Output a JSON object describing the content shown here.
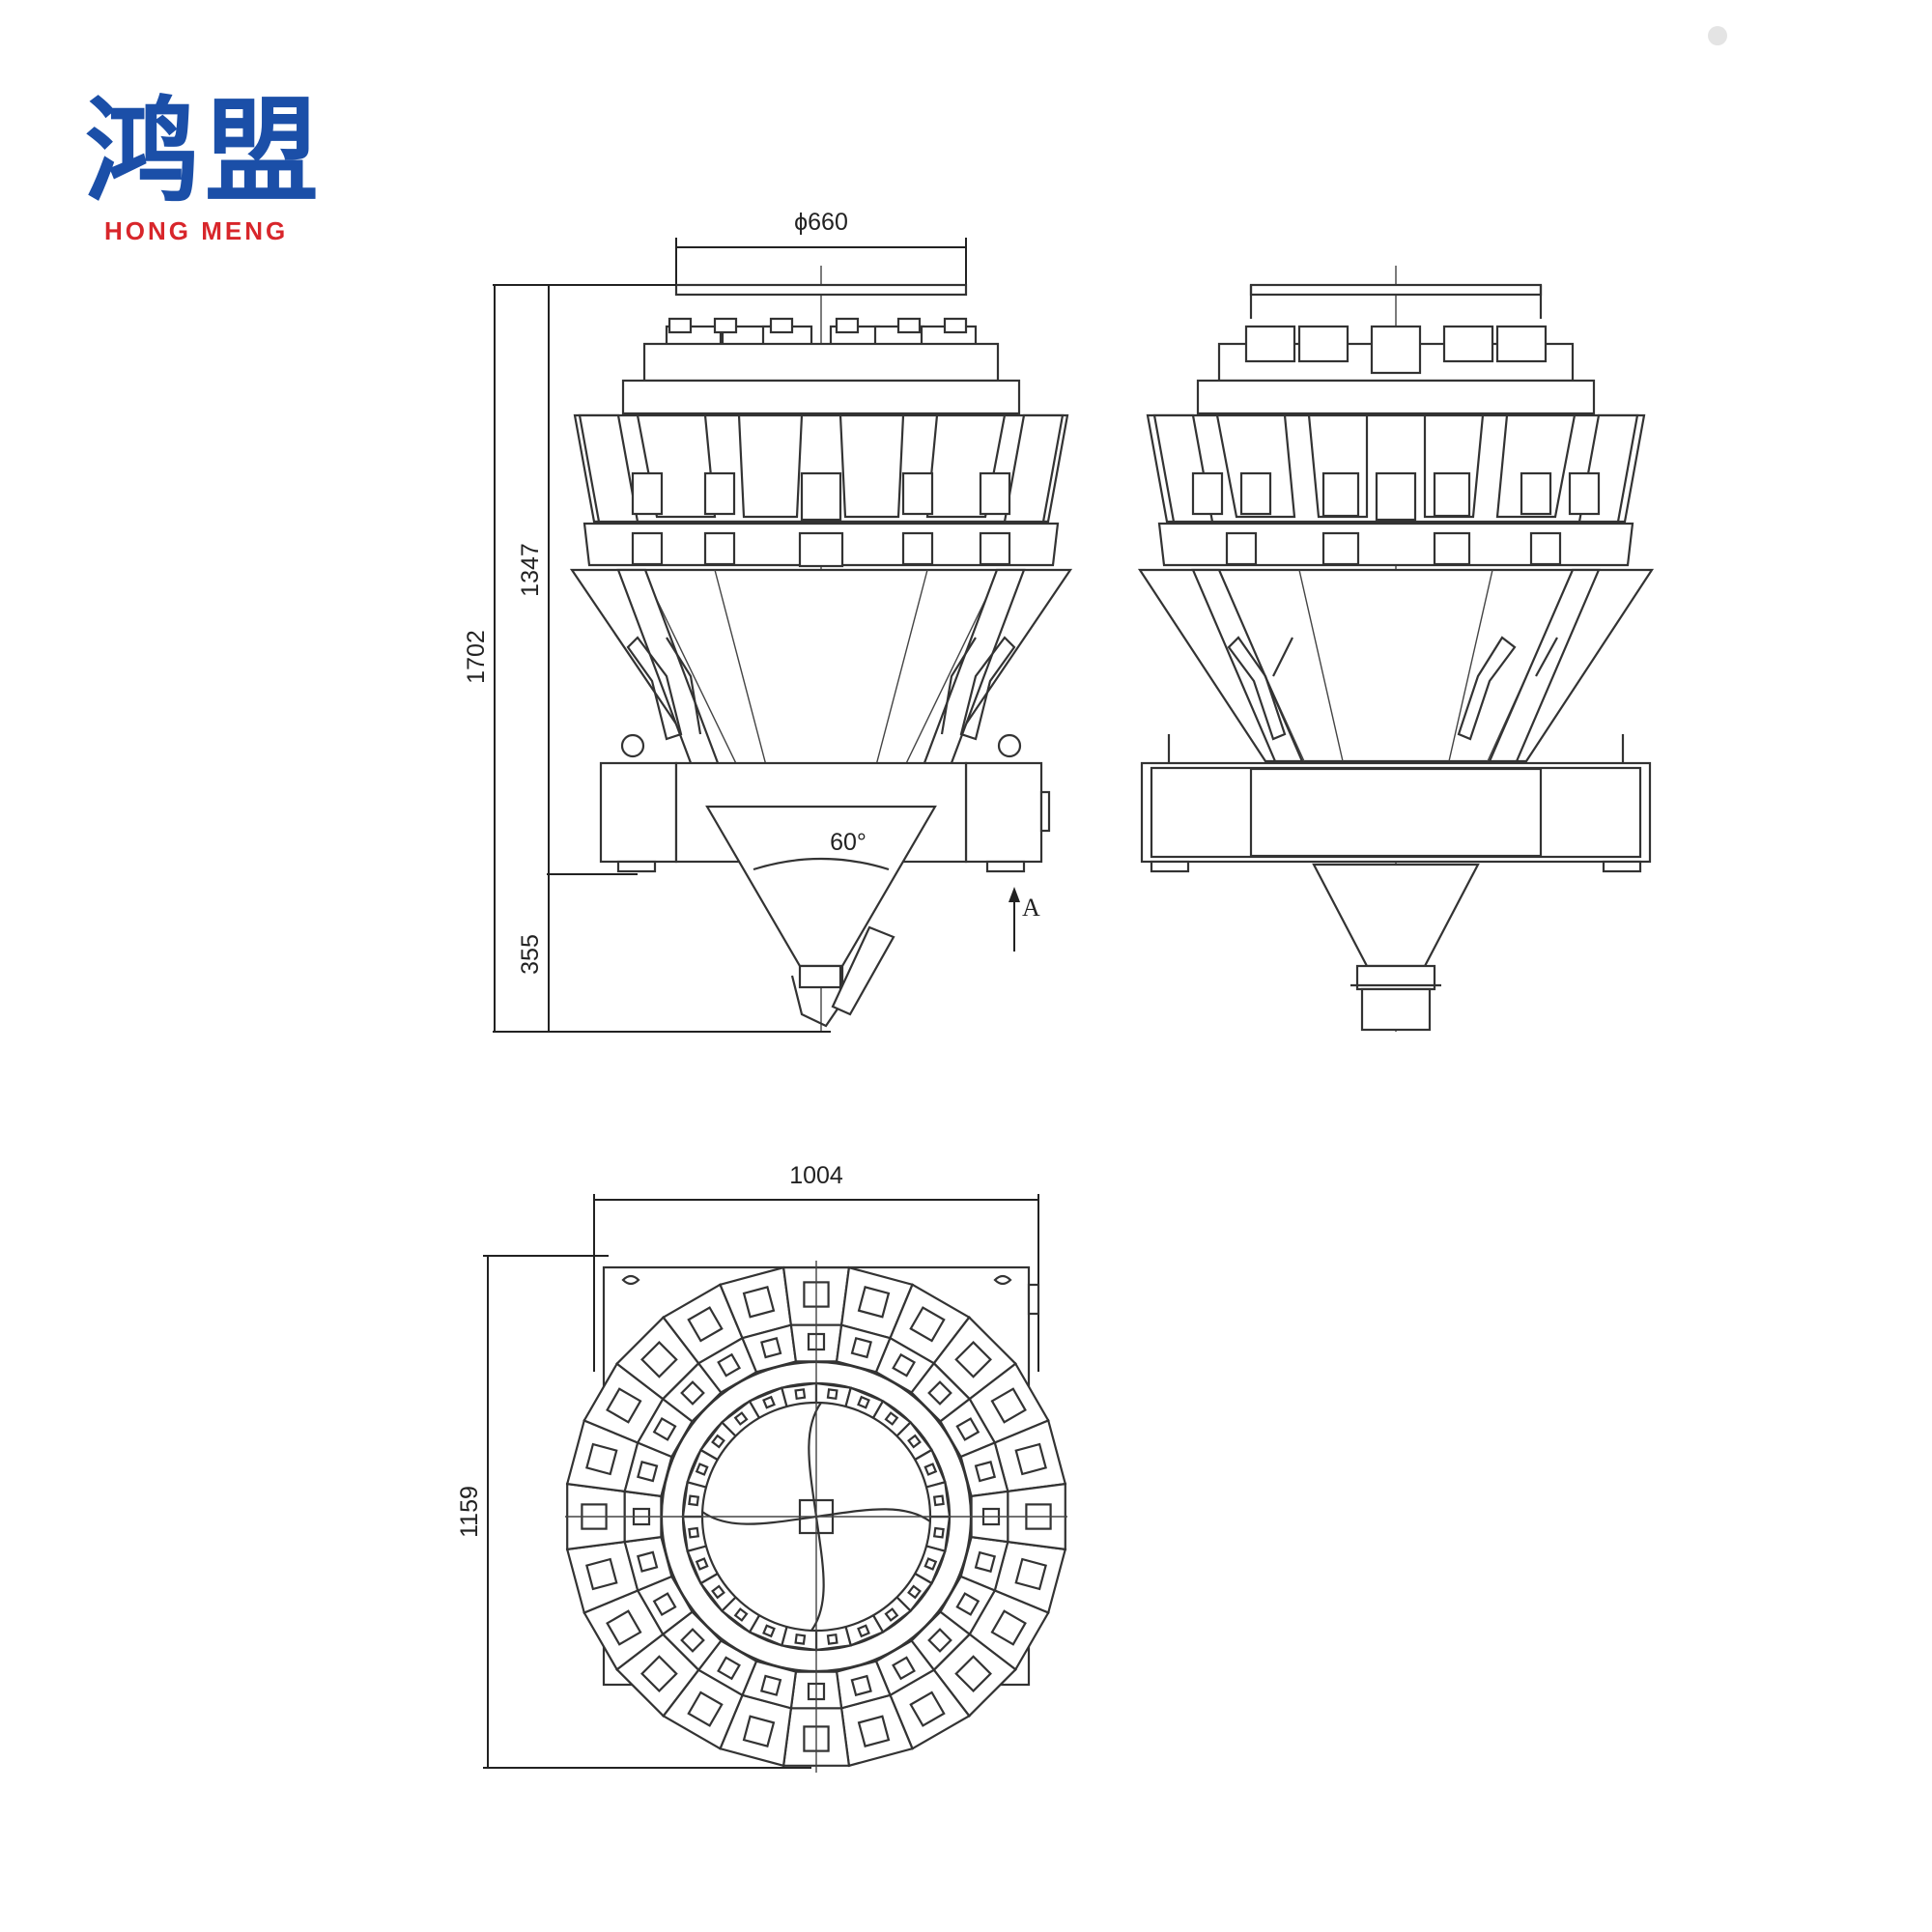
{
  "logo": {
    "cjk_text": "鸿盟",
    "latin_text": "HONG MENG",
    "cjk_color": "#1b4fa8",
    "latin_color": "#d8262b",
    "accent_color": "#2e9b3a"
  },
  "dimensions": {
    "top_diameter": "ϕ660",
    "overall_height": "1702",
    "body_height": "1347",
    "chute_height": "355",
    "cone_angle": "60°",
    "view_marker": "A",
    "plan_width": "1004",
    "plan_depth": "1159"
  },
  "views": [
    "front-view",
    "side-view-a",
    "top-view"
  ]
}
